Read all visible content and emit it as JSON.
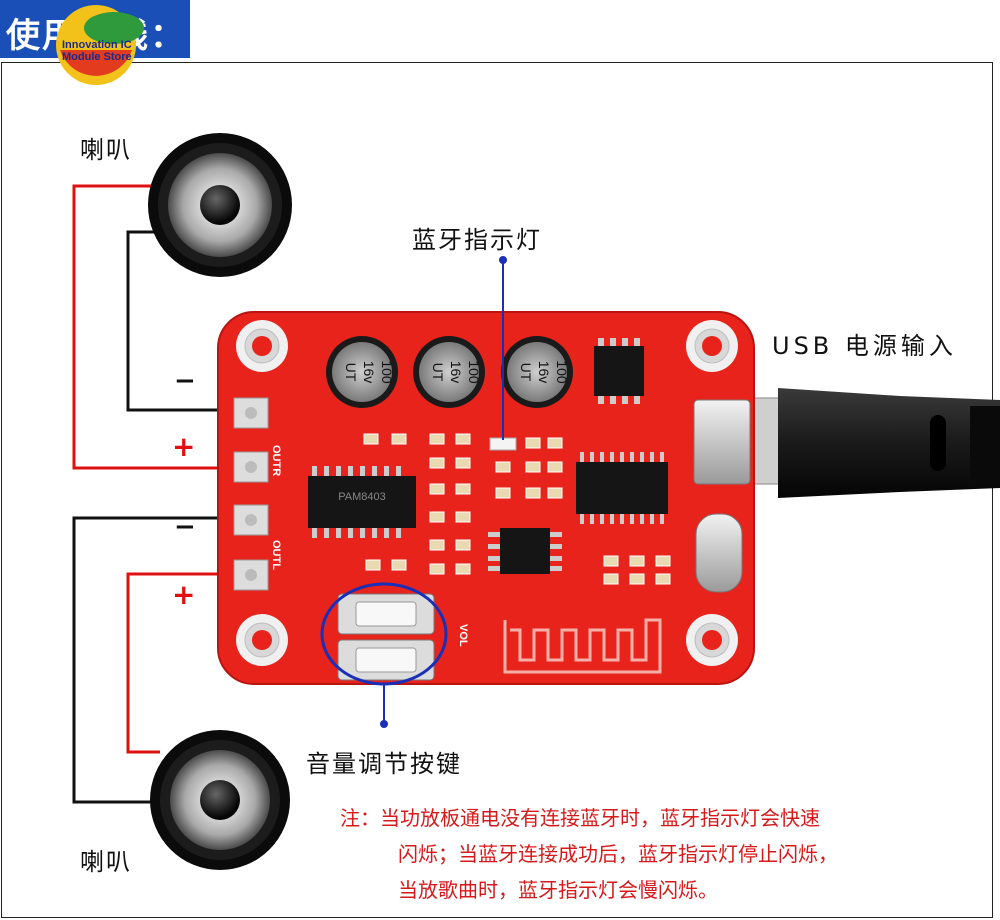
{
  "header": {
    "title": "使用接线："
  },
  "logo": {
    "line1": "Innovation IC",
    "line2": "Module Store"
  },
  "labels": {
    "speaker_top": "喇叭",
    "speaker_bottom": "喇叭",
    "bt_indicator": "蓝牙指示灯",
    "usb_power": "USB 电源输入",
    "volume_buttons": "音量调节按键",
    "minus": "−",
    "plus": "+"
  },
  "board": {
    "cap1": [
      "100",
      "16v",
      "UT"
    ],
    "cap2": [
      "100",
      "16v",
      "UT"
    ],
    "cap3": [
      "100",
      "16v",
      "UT"
    ],
    "silk_outr": "OUTR",
    "silk_outl": "OUTL",
    "silk_vol": "VOL",
    "chip_main": "PAM8403"
  },
  "note": {
    "lines": [
      "注：当功放板通电没有连接蓝牙时，蓝牙指示灯会快速",
      "闪烁；当蓝牙连接成功后，蓝牙指示灯停止闪烁，",
      "当放歌曲时，蓝牙指示灯会慢闪烁。"
    ]
  },
  "colors": {
    "board": "#e8231c",
    "wire_red": "#e01010",
    "wire_black": "#111111",
    "pointer": "#1a2fb8",
    "title_bg": "#1a4fb8"
  }
}
